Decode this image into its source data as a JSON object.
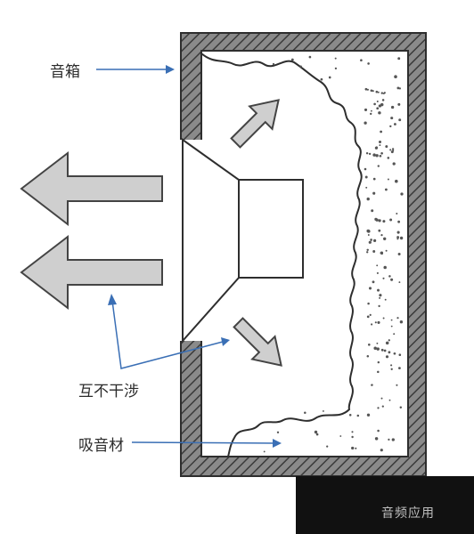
{
  "labels": {
    "enclosure": "音箱",
    "no_interference": "互不干涉",
    "absorbent_material": "吸音材"
  },
  "watermark": {
    "text": "音频应用"
  },
  "colors": {
    "outline": "#333333",
    "wall_fill": "#7a7a7a",
    "arrow_fill": "#c9c9c9",
    "pointer_blue": "#3a6fb5",
    "absorbent_dots": "#555555",
    "watermark_bg": "#111111"
  }
}
